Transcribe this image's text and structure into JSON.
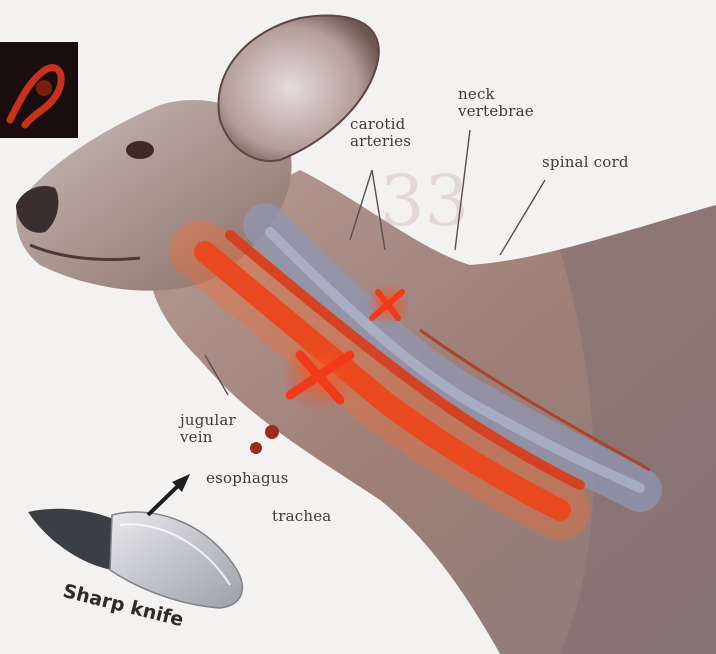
{
  "labels": {
    "carotid_line1": "carotid",
    "carotid_line2": "arteries",
    "neck_line1": "neck",
    "neck_line2": "vertebrae",
    "spinal_cord": "spinal cord",
    "jugular_line1": "jugular",
    "jugular_line2": "vein",
    "esophagus": "esophagus",
    "trachea": "trachea",
    "knife": "Sharp knife"
  },
  "colors": {
    "background": "#f4f2f0",
    "hide": "#9a8580",
    "artery": "#e8491e",
    "wound": "#e8301c",
    "vertebrae": "#8f97b2",
    "inset_bg": "#1a0d0d",
    "label_text": "#3f3a3a"
  },
  "icons": {
    "inset": "blood-vessel-inset-icon",
    "knife": "knife-icon",
    "arrow": "arrow-icon"
  }
}
